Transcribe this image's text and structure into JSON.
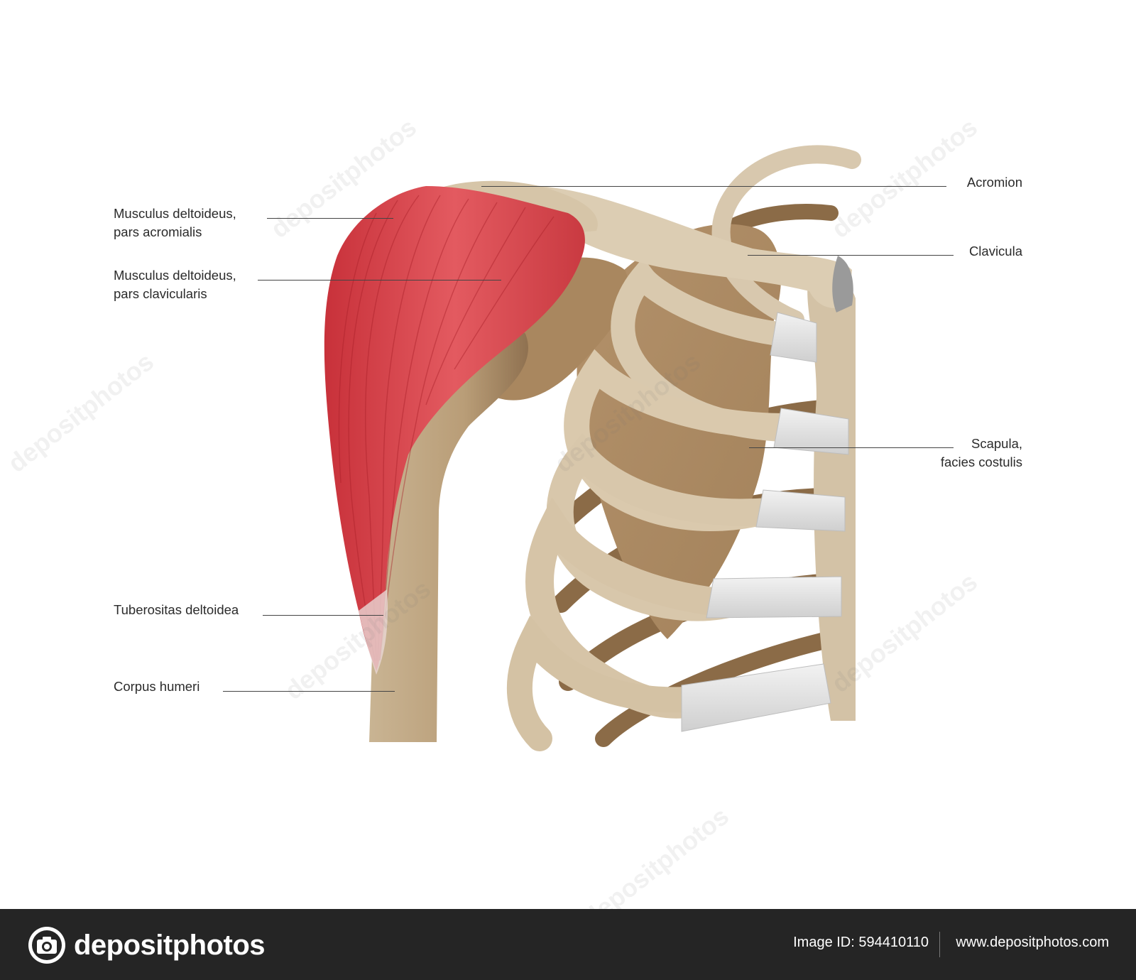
{
  "labels": {
    "acromialis_line1": "Musculus deltoideus,",
    "acromialis_line2": "pars acromialis",
    "clavicularis_line1": "Musculus deltoideus,",
    "clavicularis_line2": "pars clavicularis",
    "tuberositas": "Tuberositas deltoidea",
    "corpus": "Corpus humeri",
    "acromion": "Acromion",
    "clavicula": "Clavicula",
    "scapula_line1": "Scapula,",
    "scapula_line2": "facies costulis"
  },
  "watermark": {
    "text": "depositphotos"
  },
  "footer": {
    "brand": "depositphotos",
    "image_id": "Image ID: 594410110",
    "url": "www.depositphotos.com"
  },
  "colors": {
    "muscle": "#d9454c",
    "bone": "#d8c7ad",
    "bone_dark": "#a98962",
    "cartilage": "#e4e4e4",
    "footer_bg": "#252525"
  }
}
